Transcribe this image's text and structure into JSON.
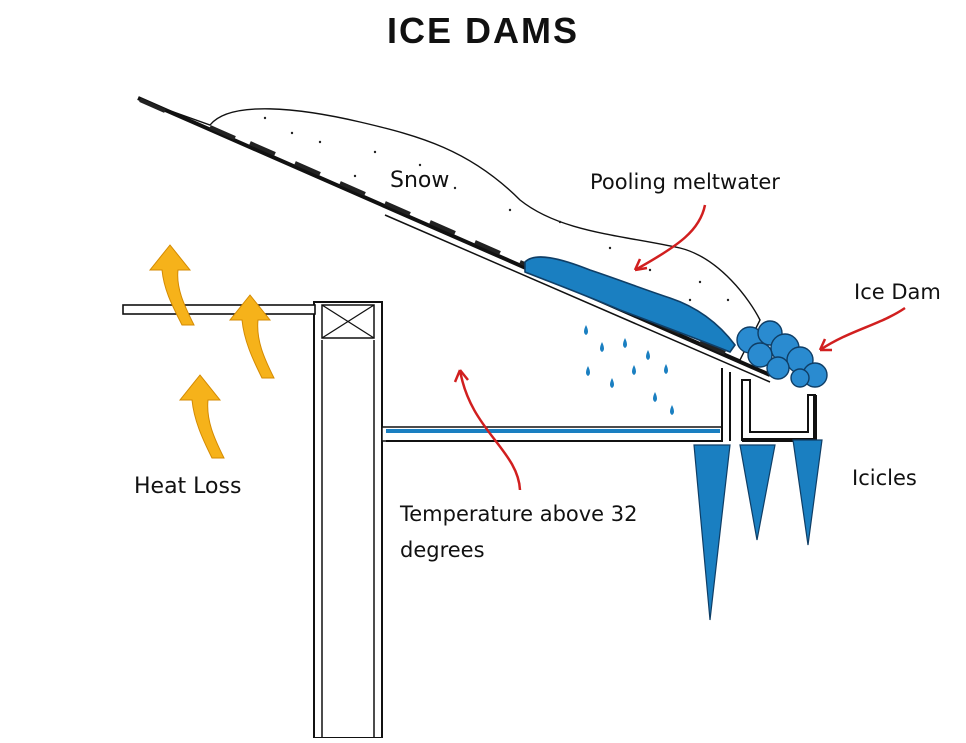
{
  "title": "ICE DAMS",
  "labels": {
    "snow": "Snow",
    "pooling": "Pooling meltwater",
    "ice_dam": "Ice Dam",
    "icicles": "Icicles",
    "heat_loss": "Heat Loss",
    "temperature": "Temperature above 32 degrees"
  },
  "colors": {
    "water": "#1a7fc1",
    "ice": "#2a8bd0",
    "heat_arrow": "#f6b21a",
    "pointer_arrow": "#d11f1f",
    "line": "#111111"
  }
}
